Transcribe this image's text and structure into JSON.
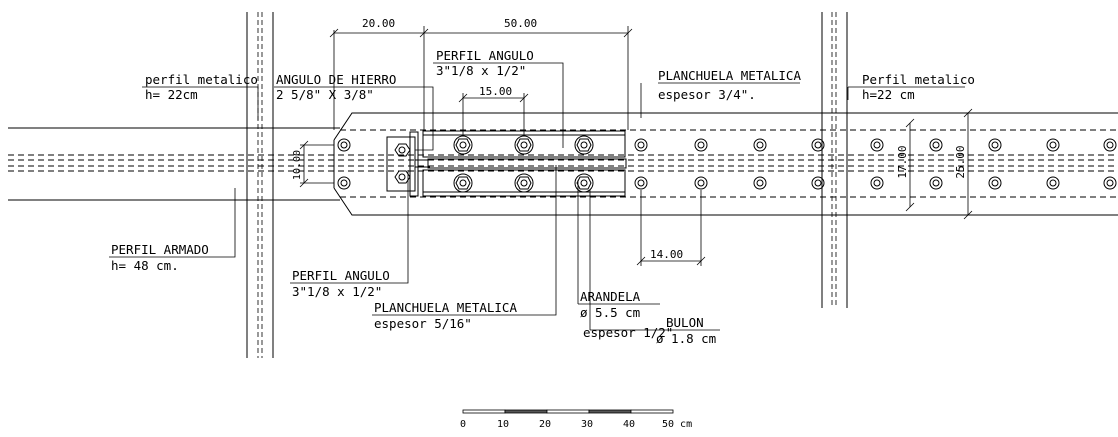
{
  "labels": {
    "perfil_metalico_left_title": "perfil metalico",
    "perfil_metalico_left_h": "h= 22cm",
    "angulo_hierro_title": "ANGULO DE HIERRO",
    "angulo_hierro_size": "2 5/8\" X 3/8\"",
    "perfil_angulo_top_title": "PERFIL ANGULO",
    "perfil_angulo_top_size": "3\"1/8 x 1/2\"",
    "planchuela_right_title": "PLANCHUELA METALICA",
    "planchuela_right_espesor": "espesor 3/4\".",
    "perfil_metalico_right_title": "Perfil metalico",
    "perfil_metalico_right_h": "h=22 cm",
    "perfil_armado_title": "PERFIL ARMADO",
    "perfil_armado_h": "h= 48 cm.",
    "perfil_angulo_bottom_title": "PERFIL ANGULO",
    "perfil_angulo_bottom_size": "3\"1/8 x 1/2\"",
    "planchuela_bottom_title": "PLANCHUELA METALICA",
    "planchuela_bottom_espesor": "espesor 5/16\"",
    "arandela_title": "ARANDELA",
    "arandela_diam": "ø 5.5 cm",
    "arandela_espesor": "espesor 1/2\"",
    "bulon_title": "BULON",
    "bulon_diam": "ø 1.8 cm"
  },
  "dimensions": {
    "d20": "20.00",
    "d50": "50.00",
    "d15": "15.00",
    "d10": "10.00",
    "d14": "14.00",
    "d17": "17.00",
    "d25": "25.00"
  },
  "scale_bar": {
    "ticks": [
      "0",
      "10",
      "20",
      "30",
      "40",
      "50 cm"
    ]
  }
}
